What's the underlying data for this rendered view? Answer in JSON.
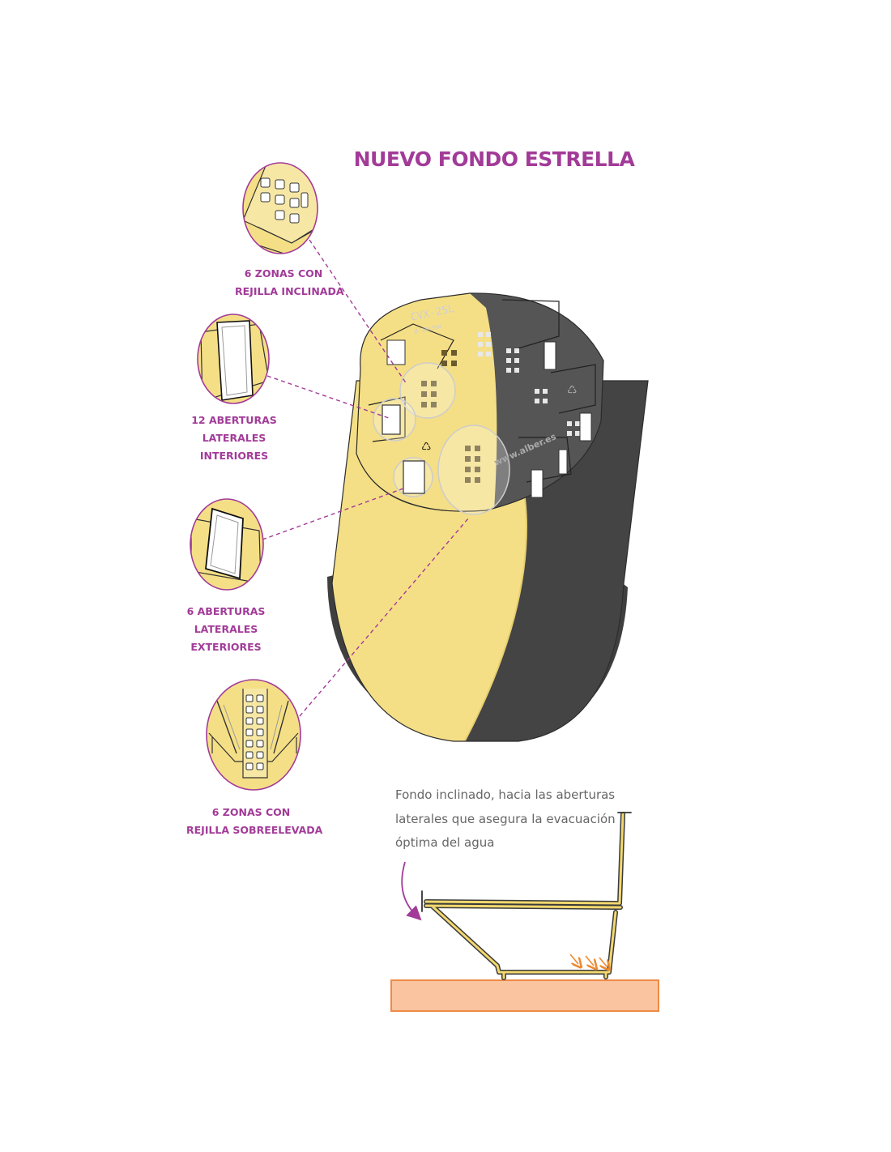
{
  "title": "NUEVO FONDO ESTRELLA",
  "colors": {
    "accent": "#a23b98",
    "yellow": "#f5df86",
    "dark": "#444444",
    "ground": "#f9c49f",
    "ground_border": "#ef8a46",
    "text_gray": "#666666",
    "arrow_orange": "#ee8a30"
  },
  "pot": {
    "model_label": "CVX-25L",
    "size_label": "Ø 38x30H",
    "website": "www.alber.es"
  },
  "callouts": [
    {
      "line1": "6 ZONAS CON",
      "line2": "REJILLA INCLINADA"
    },
    {
      "line1": "12 ABERTURAS",
      "line2": "LATERALES",
      "line3": "INTERIORES"
    },
    {
      "line1": "6 ABERTURAS",
      "line2": "LATERALES",
      "line3": "EXTERIORES"
    },
    {
      "line1": "6 ZONAS CON",
      "line2": "REJILLA SOBREELEVADA"
    }
  ],
  "note": {
    "line1": "Fondo inclinado, hacia las aberturas",
    "line2": "laterales que asegura la evacuación",
    "line3": "óptima del agua"
  }
}
